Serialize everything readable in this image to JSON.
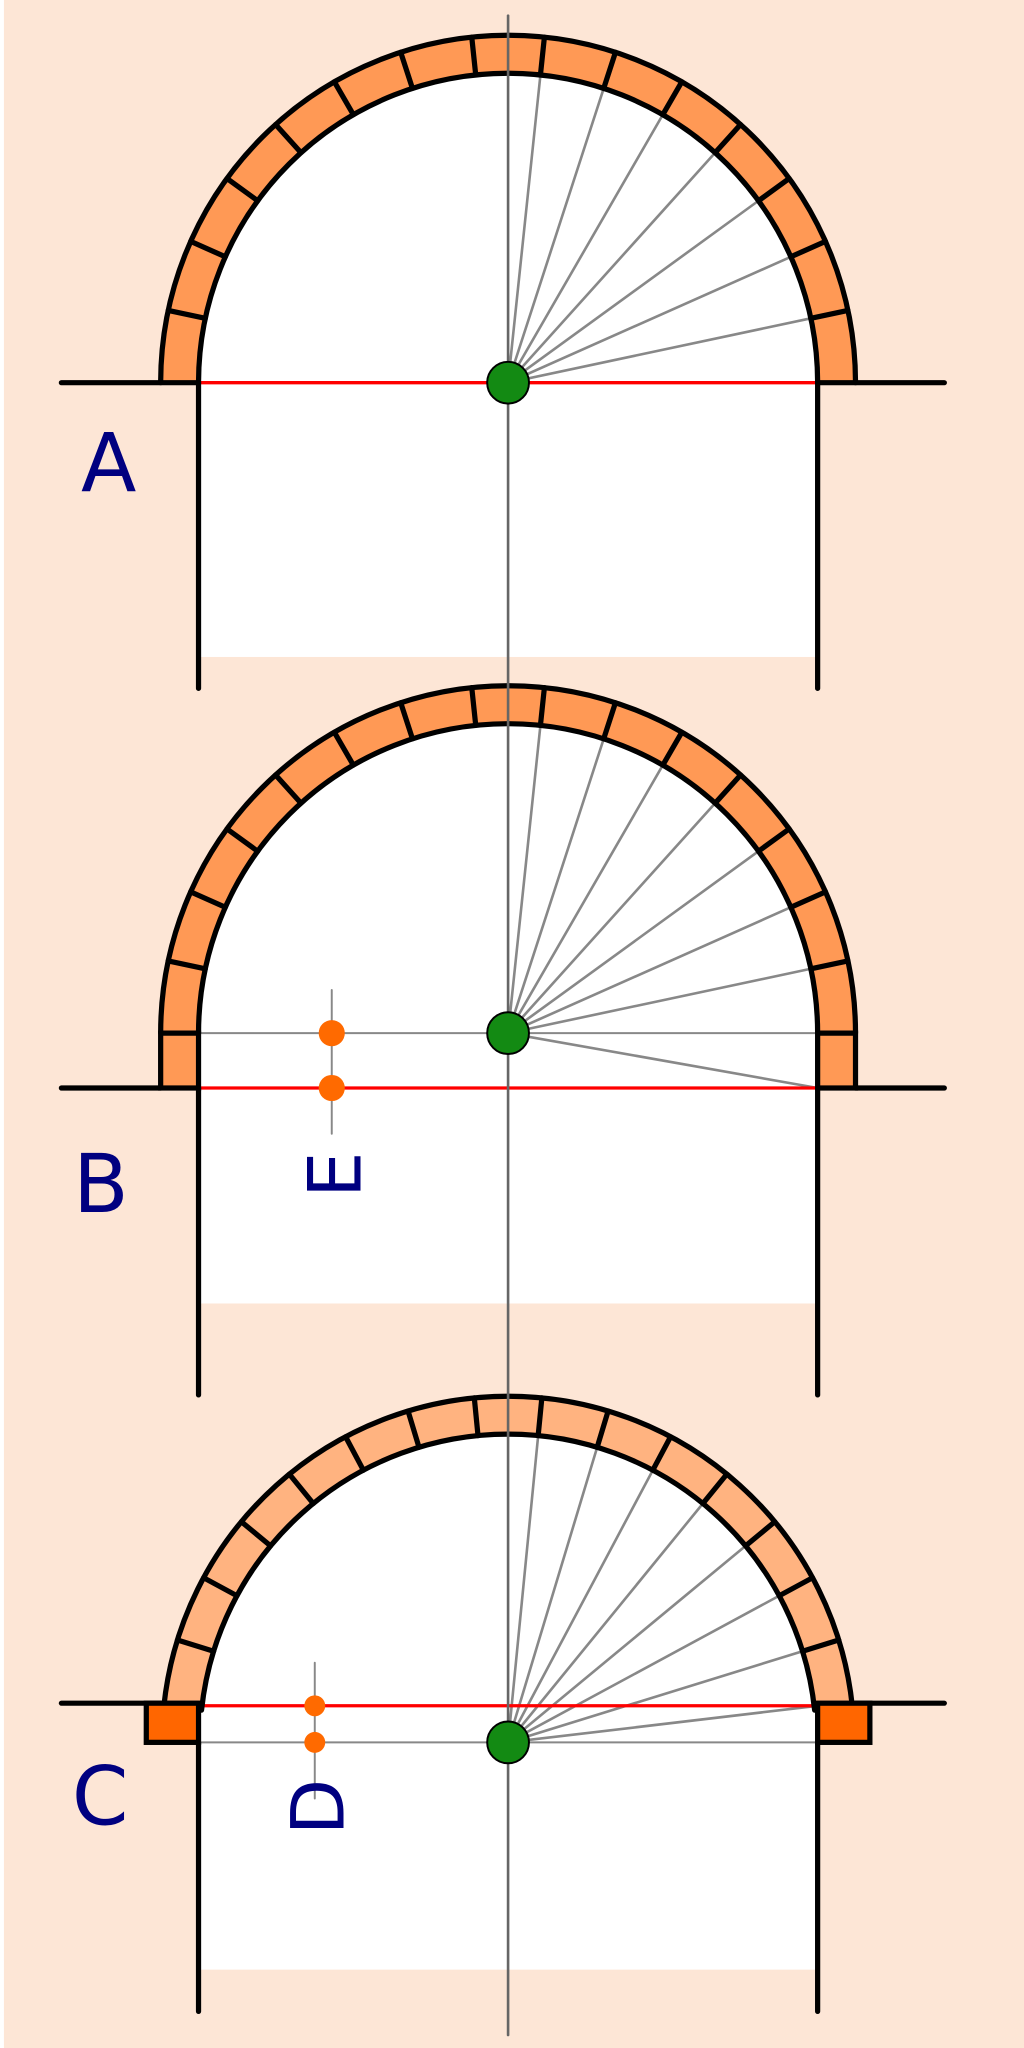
{
  "panels": [
    {
      "label": "A",
      "type": "semicircular-arch"
    },
    {
      "label": "B",
      "type": "stilted-arch",
      "marker_label": "E"
    },
    {
      "label": "C",
      "type": "segmental-raised-springline-arch",
      "marker_label": "D"
    }
  ],
  "colors": {
    "background": "#fde6d6",
    "voussoir": "#ff9955",
    "voussoir_light": "#ffb380",
    "impost": "#ff6600",
    "springline": "#ff0000",
    "center_dot": "#138a13",
    "marker_dot": "#ff6a00",
    "label": "#000080",
    "ray": "#888888"
  }
}
